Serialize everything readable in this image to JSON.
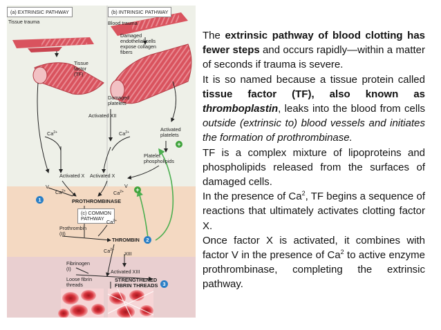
{
  "figure": {
    "panel_a": "(a) EXTRINSIC PATHWAY",
    "panel_b": "(b) INTRINSIC PATHWAY",
    "panel_c": "(c) COMMON PATHWAY",
    "tissue_trauma": "Tissue trauma",
    "blood_trauma": "Blood trauma",
    "damaged_cells": [
      "Damaged",
      "endothelial cells",
      "expose collagen",
      "fibers"
    ],
    "tissue_factor": [
      "Tissue",
      "factor",
      "(TF)"
    ],
    "damaged_platelets": [
      "Damaged",
      "platelets"
    ],
    "activated_xii": "Activated XII",
    "activated_platelets": [
      "Activated",
      "platelets"
    ],
    "platelet_phospholipids": [
      "Platelet",
      "phospholipids"
    ],
    "ca": "Ca",
    "ca_sup": "2+",
    "activated_x": "Activated X",
    "v": "V",
    "prothrombinase": "PROTHROMBINASE",
    "prothrombin": [
      "Prothrombin",
      "(II)"
    ],
    "thrombin": "THROMBIN",
    "xiii": "XIII",
    "fibrinogen": [
      "Fibrinogen",
      "(I)"
    ],
    "activated_xiii": "Activated XIII",
    "loose_fibrin": [
      "Loose fibrin",
      "threads"
    ],
    "strengthened": [
      "STRENGTHENED",
      "FIBRIN THREADS"
    ],
    "badges": [
      "1",
      "2",
      "3"
    ],
    "plus": "+",
    "colors": {
      "top_bg": "#eef0e8",
      "mid_bg": "#f4d9c2",
      "bottom_bg": "#e9cfd0",
      "vessel": "#d9535e",
      "badge": "#2a7fc6",
      "green_arrow": "#4caf50"
    }
  },
  "text": {
    "p1": {
      "a": "The ",
      "b": "extrinsic pathway of blood clotting has fewer steps",
      "c": " and occurs rapidly—within a matter of seconds if trauma is severe."
    },
    "p2": {
      "a": "It is so named because a tissue protein called ",
      "b": "tissue factor (TF), also known as ",
      "c": "thromboplastin",
      "d": ", leaks into the blood from cells ",
      "e": "outside (extrinsic to) blood vessels and initiates the formation of prothrombinase."
    },
    "p3": "TF is a complex mixture of lipoproteins and phospholipids released from the surfaces of damaged cells.",
    "p4": {
      "a": "In the presence of Ca",
      "sup": "2",
      "b": ", TF begins a sequence of reactions that ultimately activates clotting factor X."
    },
    "p5": {
      "a": "Once factor X is activated, it combines with factor V in the presence of Ca",
      "sup": "2",
      "b": " to active enzyme  prothrombinase, completing the extrinsic pathway."
    }
  }
}
